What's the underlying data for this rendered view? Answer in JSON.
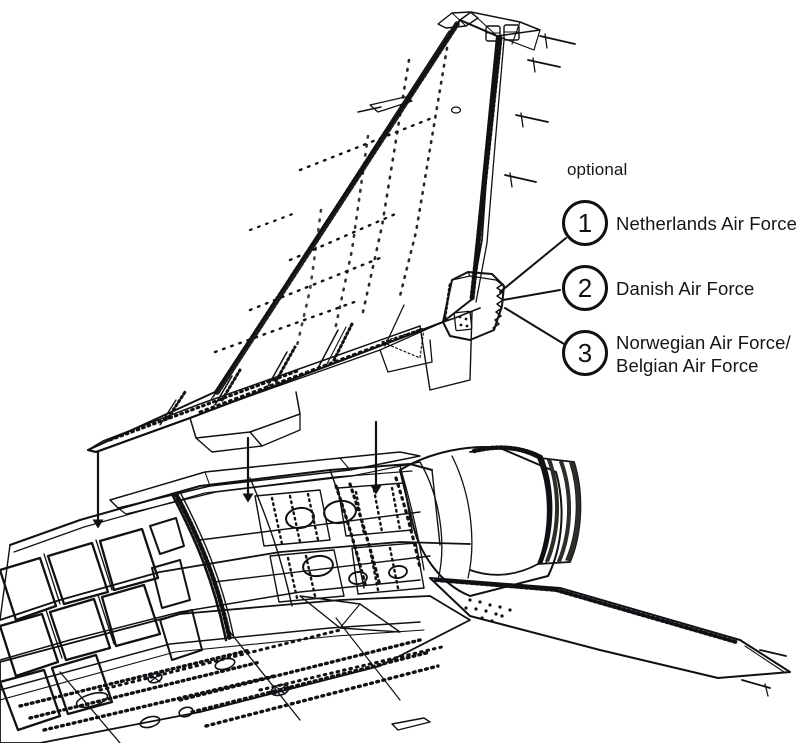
{
  "illustration": {
    "subject": "Aircraft vertical tail fin and rear fuselage assembly",
    "view": "exploded isometric line drawing",
    "line_color": "#101114",
    "background_color": "#ffffff"
  },
  "legend": {
    "heading": "optional",
    "items": [
      {
        "number": "1",
        "label": "Netherlands Air Force"
      },
      {
        "number": "2",
        "label": "Danish Air Force"
      },
      {
        "number": "3",
        "label": "Norwegian Air Force/\nBelgian Air Force"
      }
    ]
  },
  "assembly_arrows": [
    {
      "name": "arrow-fin-root-forward"
    },
    {
      "name": "arrow-fin-mid"
    },
    {
      "name": "arrow-fin-rear"
    }
  ],
  "parts": {
    "vertical_fin": "vertical stabilizer",
    "tail_tip_fairing": "tail tip fairing",
    "exhaust_nozzle": "engine exhaust nozzle",
    "horizontal_stabilizer": "horizontal stabilizer",
    "rear_fuselage": "rear fuselage spine"
  }
}
